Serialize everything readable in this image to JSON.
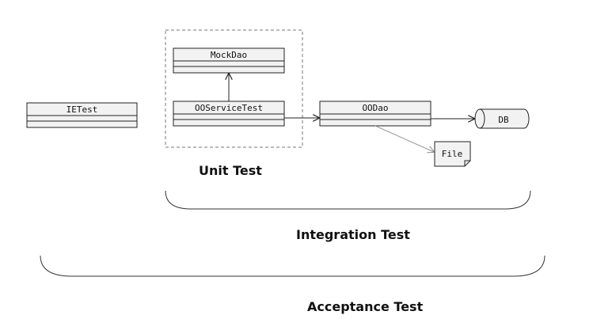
{
  "diagram": {
    "classes": {
      "ietest": "IETest",
      "mockdao": "MockDao",
      "ooservicetest": "OOServiceTest",
      "oodao": "OODao"
    },
    "db_label": "DB",
    "file_label": "File",
    "captions": {
      "unit_test": "Unit Test",
      "integration_test": "Integration Test",
      "acceptance_test": "Acceptance Test"
    }
  },
  "colors": {
    "box_fill": "#f2f2f2",
    "stroke": "#222222",
    "dashed_border": "#777777",
    "file_arrow": "#999999",
    "brace": "#333333"
  }
}
